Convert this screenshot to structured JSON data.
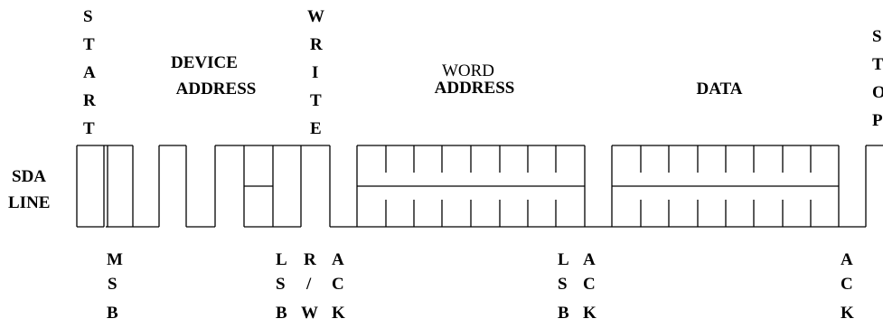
{
  "labels": {
    "start": [
      "S",
      "T",
      "A",
      "R",
      "T"
    ],
    "write": [
      "W",
      "R",
      "I",
      "T",
      "E"
    ],
    "stop": [
      "S",
      "T",
      "O",
      "P"
    ],
    "device_address": [
      "DEVICE",
      "ADDRESS"
    ],
    "word_address": [
      "WORD",
      "ADDRESS"
    ],
    "data": "DATA",
    "sda_line": [
      "SDA",
      "LINE"
    ],
    "msb": [
      "M",
      "S",
      "B"
    ],
    "lsb_device": [
      "L",
      "S",
      "B"
    ],
    "rw": [
      "R",
      "/",
      "W"
    ],
    "ack_1": [
      "A",
      "C",
      "K"
    ],
    "lsb_word": [
      "L",
      "S",
      "B"
    ],
    "ack_2": [
      "A",
      "C",
      "K"
    ],
    "ack_3": [
      "A",
      "C",
      "K"
    ]
  },
  "colors": {
    "foreground": "#000000",
    "background": "#ffffff"
  }
}
